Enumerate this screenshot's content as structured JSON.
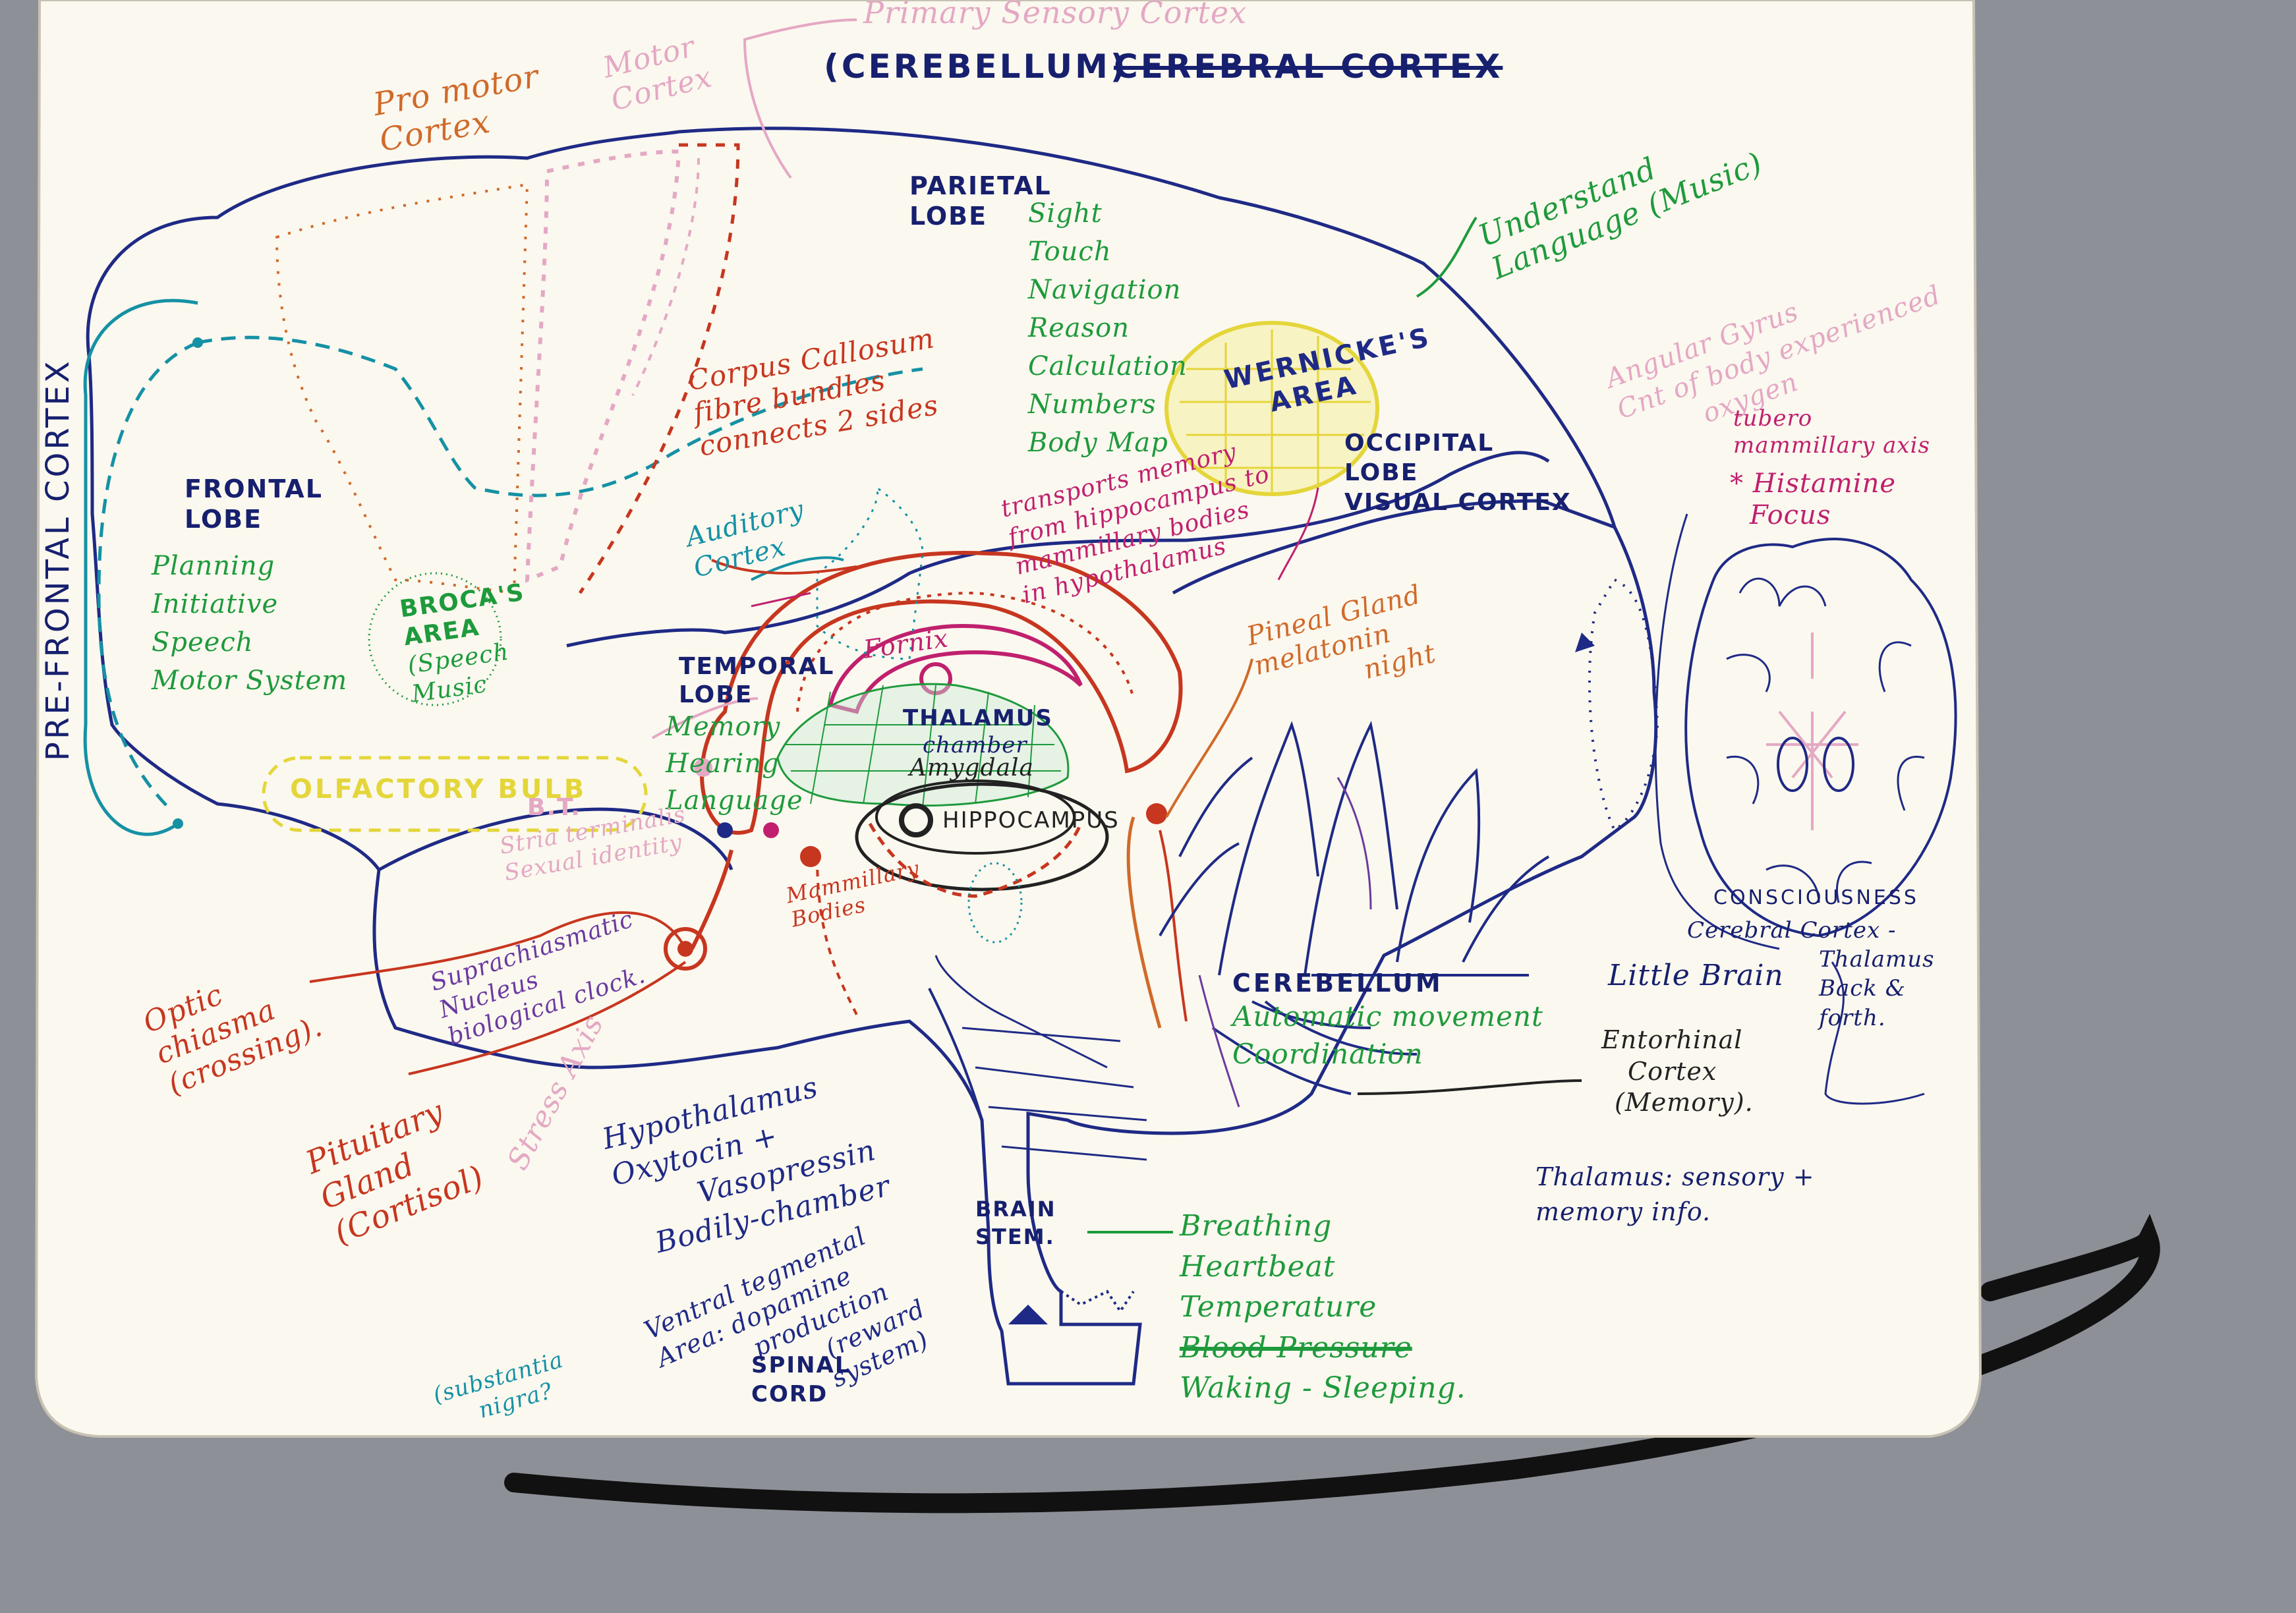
{
  "colors": {
    "paper": "#fbf8ef",
    "blue": "#1f2a86",
    "navy": "#17206e",
    "red": "#c7361f",
    "orange": "#d06a2a",
    "green": "#1e9a3c",
    "teal": "#1591a5",
    "magenta": "#c0206e",
    "pink": "#e4a8c4",
    "yellow": "#e4d63a",
    "purple": "#6a3aa0",
    "black": "#222222"
  },
  "header": {
    "primary_sensory": "Primary Sensory Cortex",
    "cerebellum_paren": "(CEREBELLUM)",
    "cerebral_cortex": "CEREBRAL CORTEX"
  },
  "regions": {
    "premotor": [
      "Pro motor",
      "Cortex"
    ],
    "motor": [
      "Motor",
      "Cortex"
    ],
    "prefrontal": "PRE-FRONTAL CORTEX",
    "parietal_title": [
      "PARIETAL",
      "LOBE"
    ],
    "parietal_items": [
      "Sight",
      "Touch",
      "Navigation",
      "Reason",
      "Calculation",
      "Numbers",
      "Body Map"
    ],
    "frontal_title": [
      "FRONTAL",
      "LOBE"
    ],
    "frontal_items": [
      "Planning",
      "Initiative",
      "Speech",
      "Motor System"
    ],
    "broca": [
      "BROCA'S",
      "AREA",
      "(Speech",
      "Music"
    ],
    "wernicke": [
      "WERNICKE'S",
      "AREA"
    ],
    "understand": [
      "Understand",
      "Language (Music)"
    ],
    "angular": [
      "Angular Gyrus",
      "Cnt of body experienced",
      "oxygen"
    ],
    "occipital": [
      "OCCIPITAL",
      "LOBE",
      "VISUAL CORTEX"
    ],
    "corpus": [
      "Corpus Callosum",
      "fibre bundles",
      "connects 2 sides"
    ],
    "fornix_note": [
      "transports memory",
      "from hippocampus to",
      "mammillary bodies",
      "in hypothalamus"
    ],
    "auditory": [
      "Auditory",
      "Cortex"
    ],
    "fornix": "Fornix",
    "temporal_title": [
      "TEMPORAL",
      "LOBE"
    ],
    "temporal_items": [
      "Memory",
      "Hearing",
      "Language"
    ],
    "thalamus": [
      "THALAMUS",
      "chamber"
    ],
    "amygdala": "Amygdala",
    "hippocampus": "HIPPOCAMPUS",
    "olfactory": "OLFACTORY BULB",
    "bt": "B.T.",
    "stria": [
      "Stria terminalis",
      "Sexual identity"
    ],
    "mammillary": [
      "Mammillary",
      "Bodies"
    ],
    "pineal": [
      "Pineal Gland",
      "melatonin",
      "night"
    ],
    "tubero": [
      "tubero",
      "mammillary axis"
    ],
    "histamine": [
      "* Histamine",
      "Focus"
    ],
    "suprachiasmatic": [
      "Suprachiasmatic",
      "Nucleus",
      "biological clock."
    ],
    "optic": [
      "Optic",
      "chiasma",
      "(crossing)."
    ],
    "pituitary": [
      "Pituitary",
      "Gland",
      "(Cortisol)"
    ],
    "stress": "Stress Axis",
    "hypothalamus": [
      "Hypothalamus",
      "Oxytocin +",
      "Vasopressin",
      "Bodily-chamber"
    ],
    "vta": [
      "Ventral tegmental",
      "Area: dopamine",
      "production",
      "(reward",
      "system)"
    ],
    "substantia": [
      "(substantia",
      "nigra?"
    ],
    "spinal": [
      "SPINAL",
      "CORD"
    ],
    "brainstem": [
      "BRAIN",
      "STEM."
    ],
    "brainstem_items": [
      "Breathing",
      "Heartbeat",
      "Temperature",
      "Blood Pressure",
      "Waking - Sleeping."
    ],
    "cerebellum_title": "CEREBELLUM",
    "cerebellum_items": [
      "Automatic movement",
      "Coordination"
    ],
    "little_brain": "Little Brain",
    "entorhinal": [
      "Entorhinal",
      "Cortex",
      "(Memory)."
    ],
    "thalamus_note": [
      "Thalamus: sensory +",
      "memory info."
    ],
    "consciousness": [
      "CONSCIOUSNESS",
      "Cerebral Cortex -",
      "Thalamus",
      "Back &",
      "forth."
    ]
  }
}
